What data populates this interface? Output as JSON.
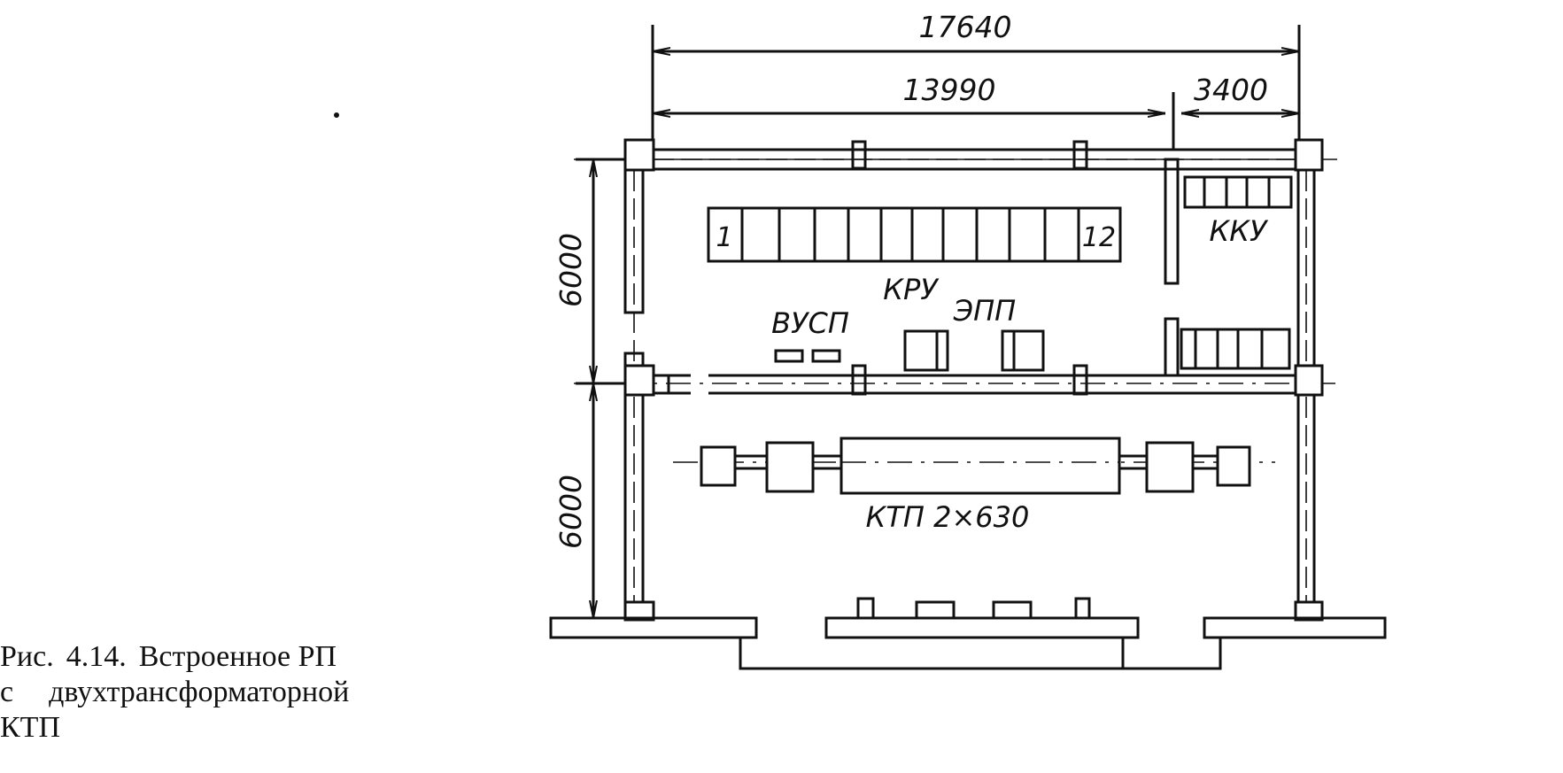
{
  "caption": {
    "line1_a": "Рис.",
    "line1_b": "4.14.",
    "line1_c": "Встроенное РП",
    "line2_a": "с",
    "line2_b": "двухтрансформаторной",
    "line3": "КТП"
  },
  "dimensions": {
    "total_width": "17640",
    "left_span": "13990",
    "right_span": "3400",
    "upper_height": "6000",
    "lower_height": "6000"
  },
  "labels": {
    "kru": "КРУ",
    "kru_first": "1",
    "kru_last": "12",
    "kku": "ККУ",
    "vusp": "ВУСП",
    "epp": "ЭПП",
    "ktp": "КТП 2×630"
  }
}
